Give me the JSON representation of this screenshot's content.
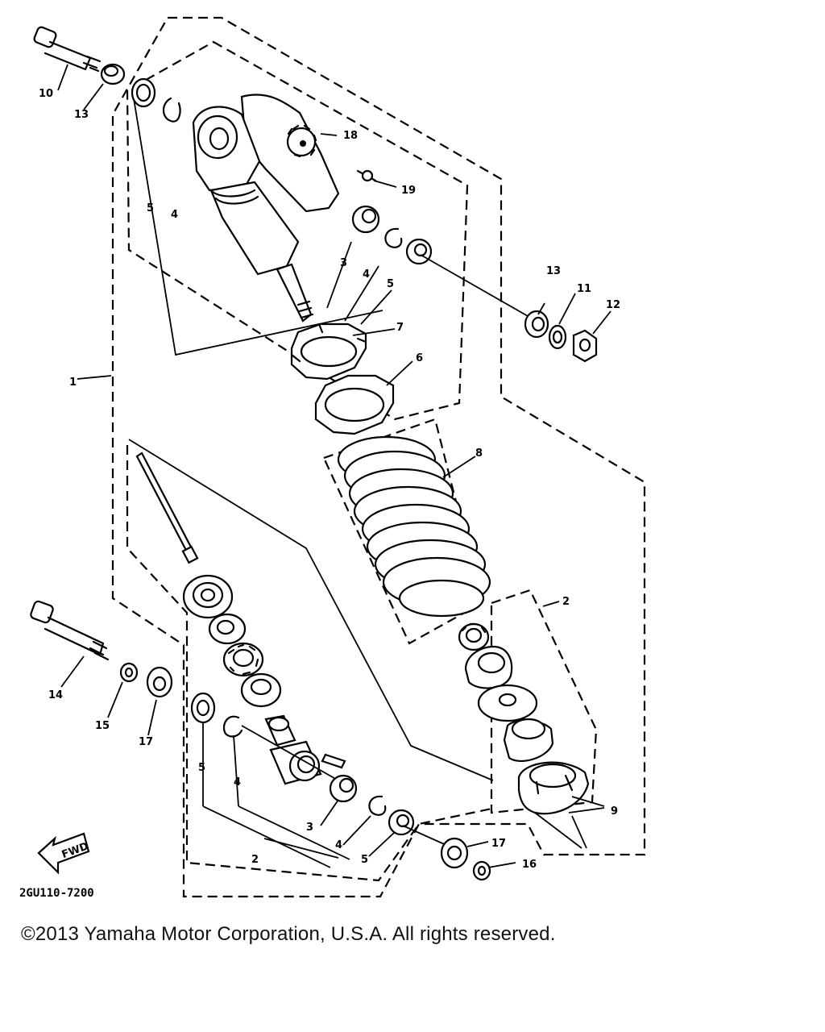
{
  "diagram": {
    "drawing_code": "2GU110-7200",
    "fwd_arrow_label": "FWD",
    "copyright": "©2013 Yamaha Motor Corporation, U.S.A. All rights reserved.",
    "callouts": {
      "c1": "1",
      "c2a": "2",
      "c2b": "2",
      "c3a": "3",
      "c3b": "3",
      "c4a": "4",
      "c4b": "4",
      "c4c": "4",
      "c4d": "4",
      "c5a": "5",
      "c5b": "5",
      "c5c": "5",
      "c5d": "5",
      "c6": "6",
      "c7": "7",
      "c8": "8",
      "c9": "9",
      "c10": "10",
      "c11": "11",
      "c12": "12",
      "c13a": "13",
      "c13b": "13",
      "c14": "14",
      "c15": "15",
      "c16": "16",
      "c17a": "17",
      "c17b": "17",
      "c18": "18",
      "c19": "19"
    }
  }
}
